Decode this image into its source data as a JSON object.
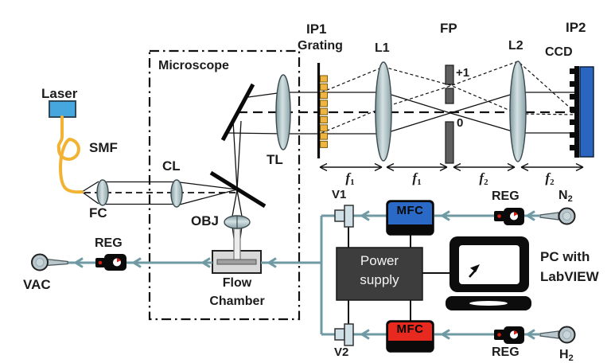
{
  "colors": {
    "laser_blue": "#45a7dd",
    "fiber_yellow": "#f2b233",
    "grating_gold": "#f0b441",
    "ccd_blue": "#2a65c0",
    "mfc_n2_blue": "#2a6ac6",
    "mfc_h2_red": "#e8291f",
    "flow_teal": "#6f9aa3",
    "power_supply_gray": "#3d3d3d"
  },
  "source": {
    "laser": "Laser",
    "smf": "SMF",
    "fc": "FC"
  },
  "microscope": {
    "title": "Microscope",
    "cl": "CL",
    "tl": "TL",
    "obj": "OBJ",
    "flow_chamber_line1": "Flow",
    "flow_chamber_line2": "Chamber"
  },
  "optical_train": {
    "ip1": "IP1",
    "grating": "Grating",
    "l1": "L1",
    "fp": "FP",
    "plus_one": "+1",
    "zero": "0",
    "l2": "L2",
    "ip2": "IP2",
    "ccd": "CCD",
    "focal_labels": [
      {
        "base": "f",
        "sub": "1"
      },
      {
        "base": "f",
        "sub": "1"
      },
      {
        "base": "f",
        "sub": "2"
      },
      {
        "base": "f",
        "sub": "2"
      }
    ]
  },
  "gas_system": {
    "v1": "V1",
    "v2": "V2",
    "mfc_top": "MFC",
    "mfc_bottom": "MFC",
    "reg_top": "REG",
    "reg_bottom": "REG",
    "reg_vac": "REG",
    "n2": {
      "base": "N",
      "sub": "2"
    },
    "h2": {
      "base": "H",
      "sub": "2"
    },
    "vac": "VAC",
    "power_supply": {
      "line1": "Power",
      "line2": "supply"
    },
    "pc": {
      "line1": "PC with",
      "line2": "LabVIEW"
    }
  }
}
